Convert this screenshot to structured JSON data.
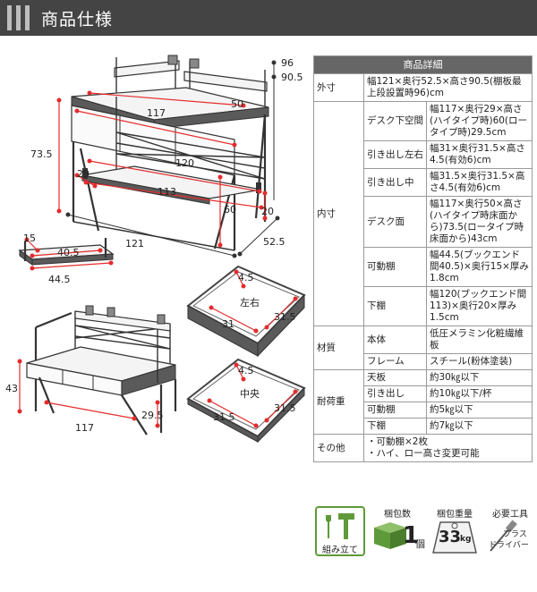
{
  "header": {
    "title": "商品仕様"
  },
  "dims": {
    "h96": "96",
    "h905": "90.5",
    "w50": "50",
    "w117": "117",
    "h735": "73.5",
    "w120": "120",
    "w29": "29",
    "w113": "113",
    "h60": "60",
    "h20": "20",
    "w121": "121",
    "d525": "52.5",
    "s15": "15",
    "s405": "40.5",
    "s445": "44.5",
    "b43": "43",
    "b295": "29.5",
    "b117": "117",
    "l45": "4.5",
    "l31": "31",
    "l315": "31.5",
    "l_label": "左右",
    "c45": "4.5",
    "c315a": "31.5",
    "c315b": "31.5",
    "c_label": "中央"
  },
  "table": {
    "title": "商品詳細",
    "outer_label": "外寸",
    "outer_value": "幅121×奥行52.5×高さ90.5(棚板最上段設置時96)cm",
    "inner_label": "内寸",
    "inner_rows": [
      {
        "label": "デスク下空間",
        "value": "幅117×奥行29×高さ(ハイタイプ時)60(ロータイプ時)29.5cm"
      },
      {
        "label": "引き出し左右",
        "value": "幅31×奥行31.5×高さ4.5(有効6)cm"
      },
      {
        "label": "引き出し中",
        "value": "幅31.5×奥行31.5×高さ4.5(有効6)cm"
      },
      {
        "label": "デスク面",
        "value": "幅117×奥行50×高さ(ハイタイプ時床面から)73.5(ロータイプ時床面から)43cm"
      },
      {
        "label": "可動棚",
        "value": "幅44.5(ブックエンド間40.5)×奥行15×厚み1.8cm"
      },
      {
        "label": "下棚",
        "value": "幅120(ブックエンド間113)×奥行20×厚み1.5cm"
      }
    ],
    "material_label": "材質",
    "material_rows": [
      {
        "label": "本体",
        "value": "低圧メラミン化粧繊維板"
      },
      {
        "label": "フレーム",
        "value": "スチール(粉体塗装)"
      }
    ],
    "load_label": "耐荷重",
    "load_rows": [
      {
        "label": "天板",
        "value": "約30㎏以下"
      },
      {
        "label": "引き出し",
        "value": "約10㎏以下/杯"
      },
      {
        "label": "可動棚",
        "value": "約5㎏以下"
      },
      {
        "label": "下棚",
        "value": "約7㎏以下"
      }
    ],
    "other_label": "その他",
    "other_lines": [
      "・可動棚×2枚",
      "・ハイ、ロー高さ変更可能"
    ]
  },
  "icons": {
    "assembly": "組み立て",
    "pack_title": "梱包数",
    "pack_value": "1",
    "pack_unit": "個",
    "weight_title": "梱包重量",
    "weight_value": "33",
    "weight_unit": "kg",
    "tools_title": "必要工具",
    "tools_plus": "プラス",
    "tools_driver": "ドライバー"
  },
  "colors": {
    "header_bg": "#444444",
    "accent_red": "#e52b2b",
    "icon_green": "#5f9a3a",
    "table_head": "#666666"
  }
}
